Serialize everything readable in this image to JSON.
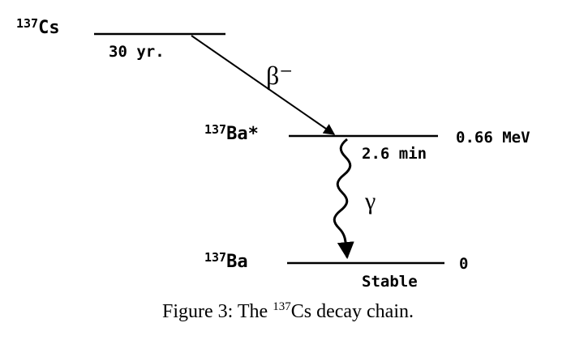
{
  "levels": {
    "cs": {
      "mass": "137",
      "symbol": "Cs",
      "halflife": "30 yr."
    },
    "ba_excited": {
      "mass": "137",
      "symbol": "Ba*",
      "energy": "0.66 MeV",
      "halflife": "2.6 min"
    },
    "ba_ground": {
      "mass": "137",
      "symbol": "Ba",
      "energy": "0",
      "status": "Stable"
    }
  },
  "transitions": {
    "beta": "β⁻",
    "gamma": "γ"
  },
  "caption": {
    "prefix": "Figure 3: The ",
    "mass": "137",
    "suffix": "Cs decay chain."
  }
}
